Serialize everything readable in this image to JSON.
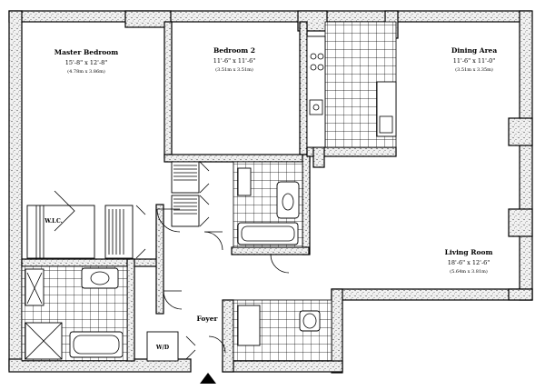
{
  "rooms": {
    "master": {
      "name": "Master Bedroom",
      "dim": "15'-8\" x 12'-8\"",
      "metric": "(4.78m x 3.86m)"
    },
    "bedroom2": {
      "name": "Bedroom 2",
      "dim": "11'-6\" x 11'-6\"",
      "metric": "(3.51m x 3.51m)"
    },
    "dining": {
      "name": "Dining Area",
      "dim": "11'-6\" x 11'-0\"",
      "metric": "(3.51m x 3.35m)"
    },
    "living": {
      "name": "Living Room",
      "dim": "18'-6\" x 12'-6\"",
      "metric": "(5.64m x 3.81m)"
    },
    "wic": {
      "name": "W.I.C."
    },
    "foyer": {
      "name": "Foyer"
    },
    "wd": {
      "name": "W/D"
    }
  }
}
